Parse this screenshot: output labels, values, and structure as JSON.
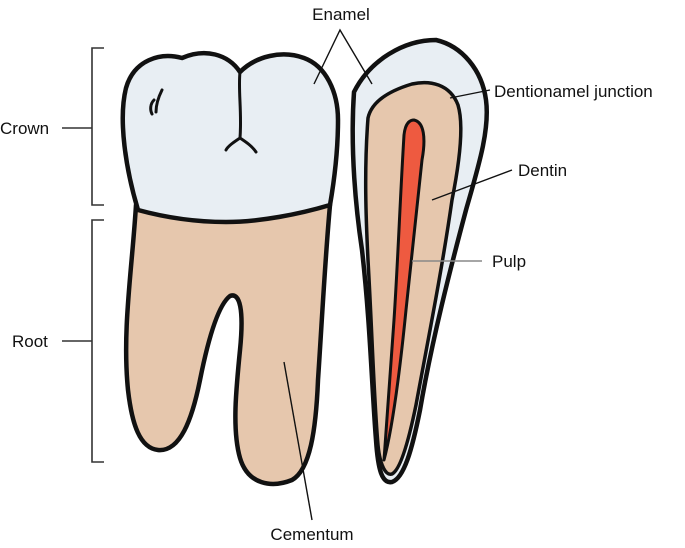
{
  "labels": {
    "enamel": "Enamel",
    "dej": "Dentionamel junction",
    "dentin": "Dentin",
    "pulp": "Pulp",
    "crown": "Crown",
    "root": "Root",
    "cementum": "Cementum"
  },
  "colors": {
    "enamel": "#e8eef3",
    "dentin": "#e6c7ad",
    "pulp": "#ee5a40",
    "outline": "#111111"
  }
}
